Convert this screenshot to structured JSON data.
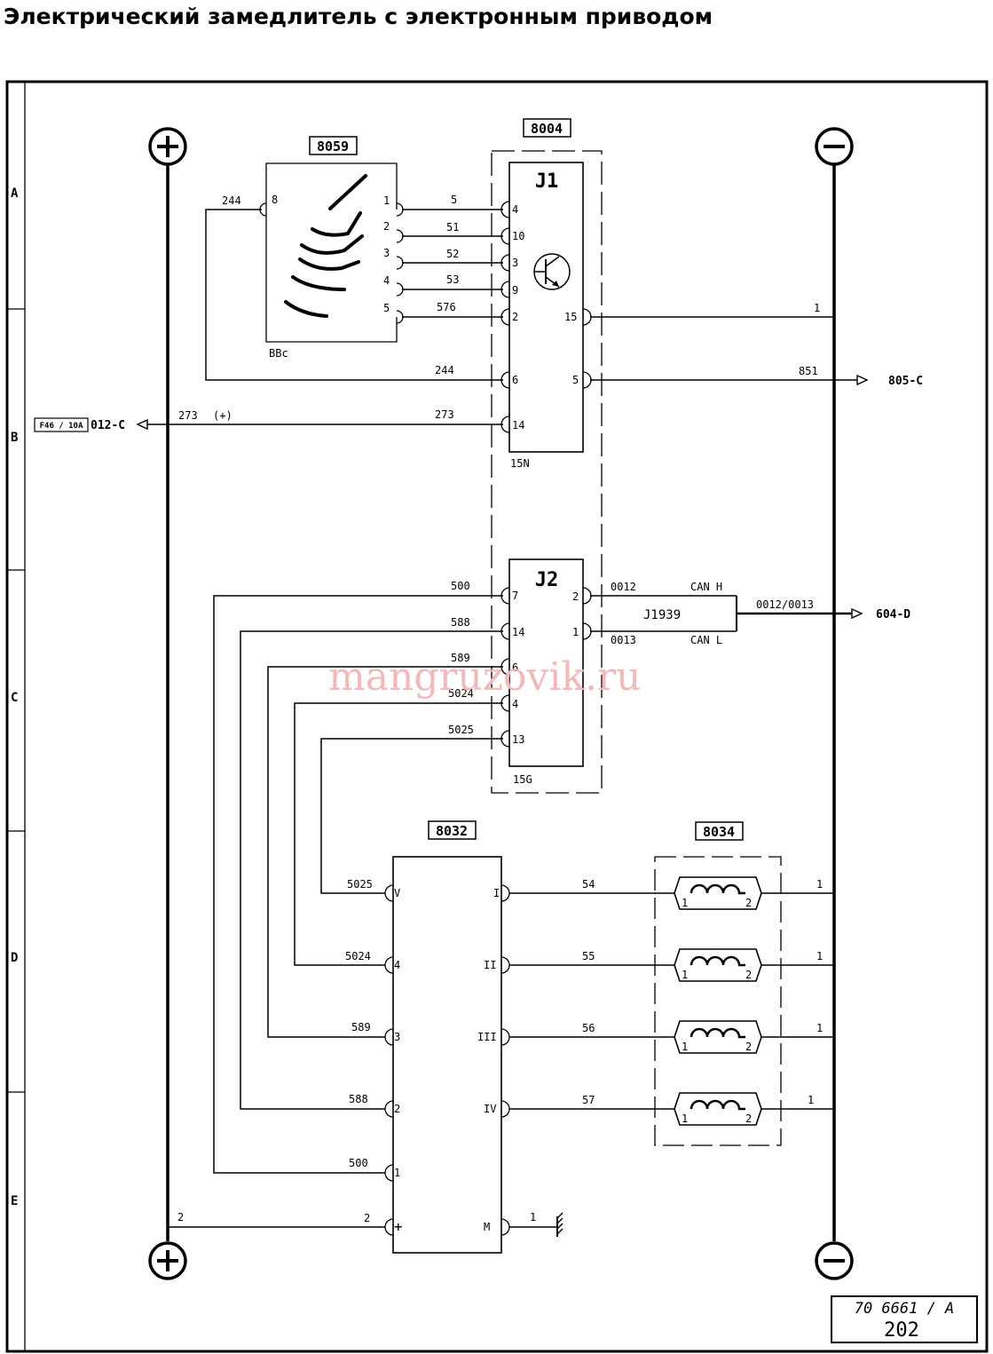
{
  "title": "Электрический замедлитель с электронным приводом",
  "sections": [
    "A",
    "B",
    "C",
    "D",
    "E"
  ],
  "terminals": {
    "plus": "+",
    "minus": "−"
  },
  "components": {
    "c8059": {
      "label": "8059",
      "note": "BBc",
      "left_pin": "8",
      "pins": [
        "1",
        "2",
        "3",
        "4",
        "5"
      ]
    },
    "c8004": {
      "label": "8004",
      "j1": {
        "title": "J1",
        "left_pins": [
          "4",
          "10",
          "3",
          "9",
          "2",
          "6",
          "14"
        ],
        "right_pins": [
          "15",
          "5"
        ],
        "code": "15N"
      },
      "j2": {
        "title": "J2",
        "left_pins": [
          "7",
          "14",
          "6",
          "4",
          "13"
        ],
        "right_pins": [
          "2",
          "1"
        ],
        "code": "15G"
      }
    },
    "c8032": {
      "label": "8032",
      "left_pins": [
        "V",
        "4",
        "3",
        "2",
        "1",
        "+"
      ],
      "right_pins": [
        "I",
        "II",
        "III",
        "IV",
        "M"
      ]
    },
    "c8034": {
      "label": "8034",
      "coil_pins": [
        "1",
        "2"
      ]
    }
  },
  "wires": {
    "w244a": "244",
    "w5": "5",
    "w51": "51",
    "w52": "52",
    "w53": "53",
    "w576": "576",
    "w244b": "244",
    "w273a": "273",
    "w273b": "273",
    "w273_polarity": "(+)",
    "w1_top": "1",
    "w851": "851",
    "w500": "500",
    "w588": "588",
    "w589": "589",
    "w5024": "5024",
    "w5025": "5025",
    "w0012": "0012",
    "w0013": "0013",
    "can_h": "CAN H",
    "can_l": "CAN L",
    "j1939": "J1939",
    "bus": "0012/0013",
    "w54": "54",
    "w55": "55",
    "w56": "56",
    "w57": "57",
    "w1": "1",
    "w2": "2",
    "w_m": "1"
  },
  "refs": {
    "fuse": "F46 / 10A",
    "r012c": "012-C",
    "r805c": "805-C",
    "r604d": "604-D"
  },
  "watermark": "mangruzovik.ru",
  "title_block": {
    "code": "70 6661 / A",
    "page": "202"
  }
}
